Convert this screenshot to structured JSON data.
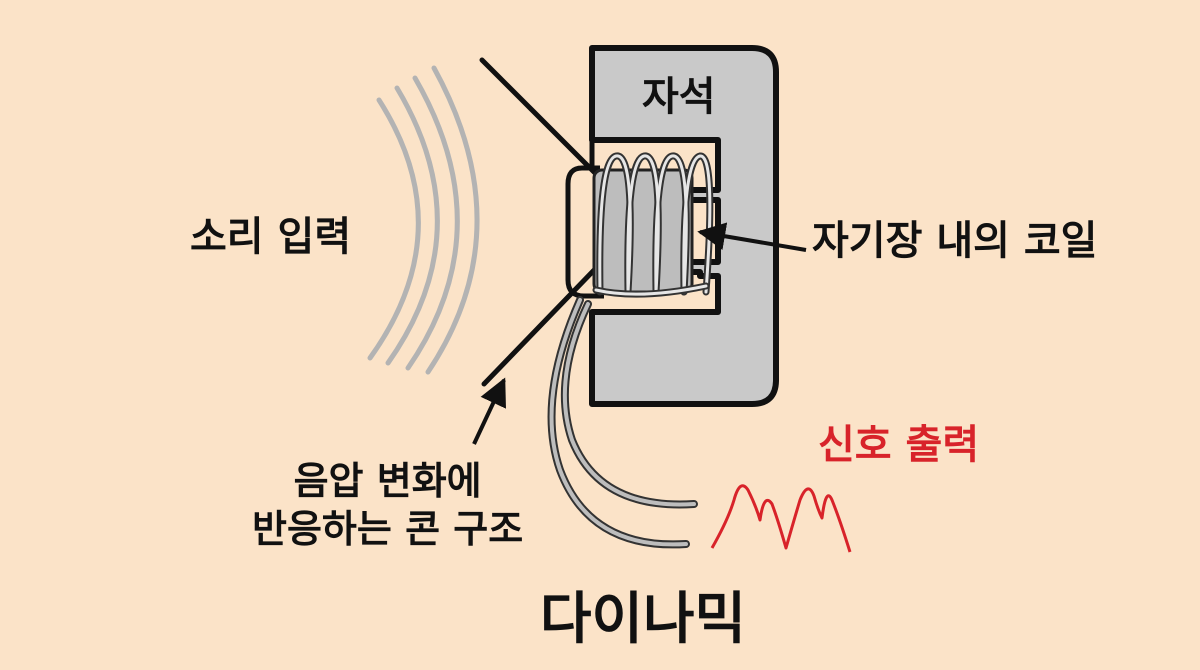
{
  "labels": {
    "magnet": "자석",
    "sound_input": "소리 입력",
    "coil": "자기장 내의 코일",
    "cone_line1": "음압 변화에",
    "cone_line2": "반응하는 콘 구조",
    "signal_output": "신호 출력",
    "title": "다이나믹"
  },
  "colors": {
    "background": "#fbe3c8",
    "magnet_fill": "#c9c9c9",
    "outline": "#111111",
    "sound_waves": "#b3b3b3",
    "signal": "#d8232a",
    "wire": "#b8b8b8"
  },
  "icons": [
    "sound-wave-arcs",
    "cone-lines",
    "magnet-shape",
    "coil-winding",
    "output-wires",
    "signal-waveform",
    "arrow"
  ]
}
